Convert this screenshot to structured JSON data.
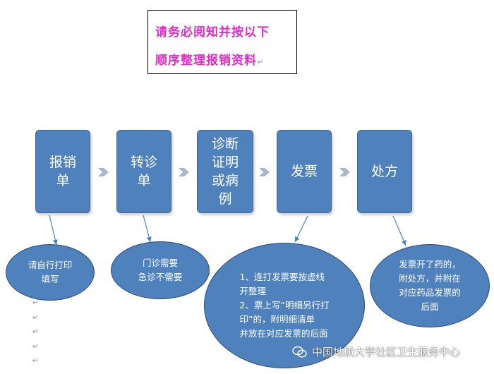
{
  "title": {
    "line1": "请务必阅知并按以下",
    "line2": "顺序整理报销资料"
  },
  "steps": [
    {
      "label": "报销\n单"
    },
    {
      "label": "转诊\n单"
    },
    {
      "label": "诊断\n证明\n或病\n例"
    },
    {
      "label": "发票"
    },
    {
      "label": "处方"
    }
  ],
  "notes": [
    {
      "text": "请自行打印\n填写"
    },
    {
      "text": "门诊需要\n急诊不需要"
    },
    {
      "text": "1、连打发票要按虚线\n开整理\n2、票上写“明细另行打\n印”的，附明细清单\n并放在对应发票的后面"
    },
    {
      "text": "发票开了药的，\n附处方，并附在\n对应药品发票的\n后面"
    }
  ],
  "watermark": {
    "text": "中国地质大学社区卫生服务中心",
    "icon": "wechat-icon"
  },
  "colors": {
    "accent": "#e629c8",
    "box": "#4f81bd",
    "arrow": "#a6b8d0"
  }
}
